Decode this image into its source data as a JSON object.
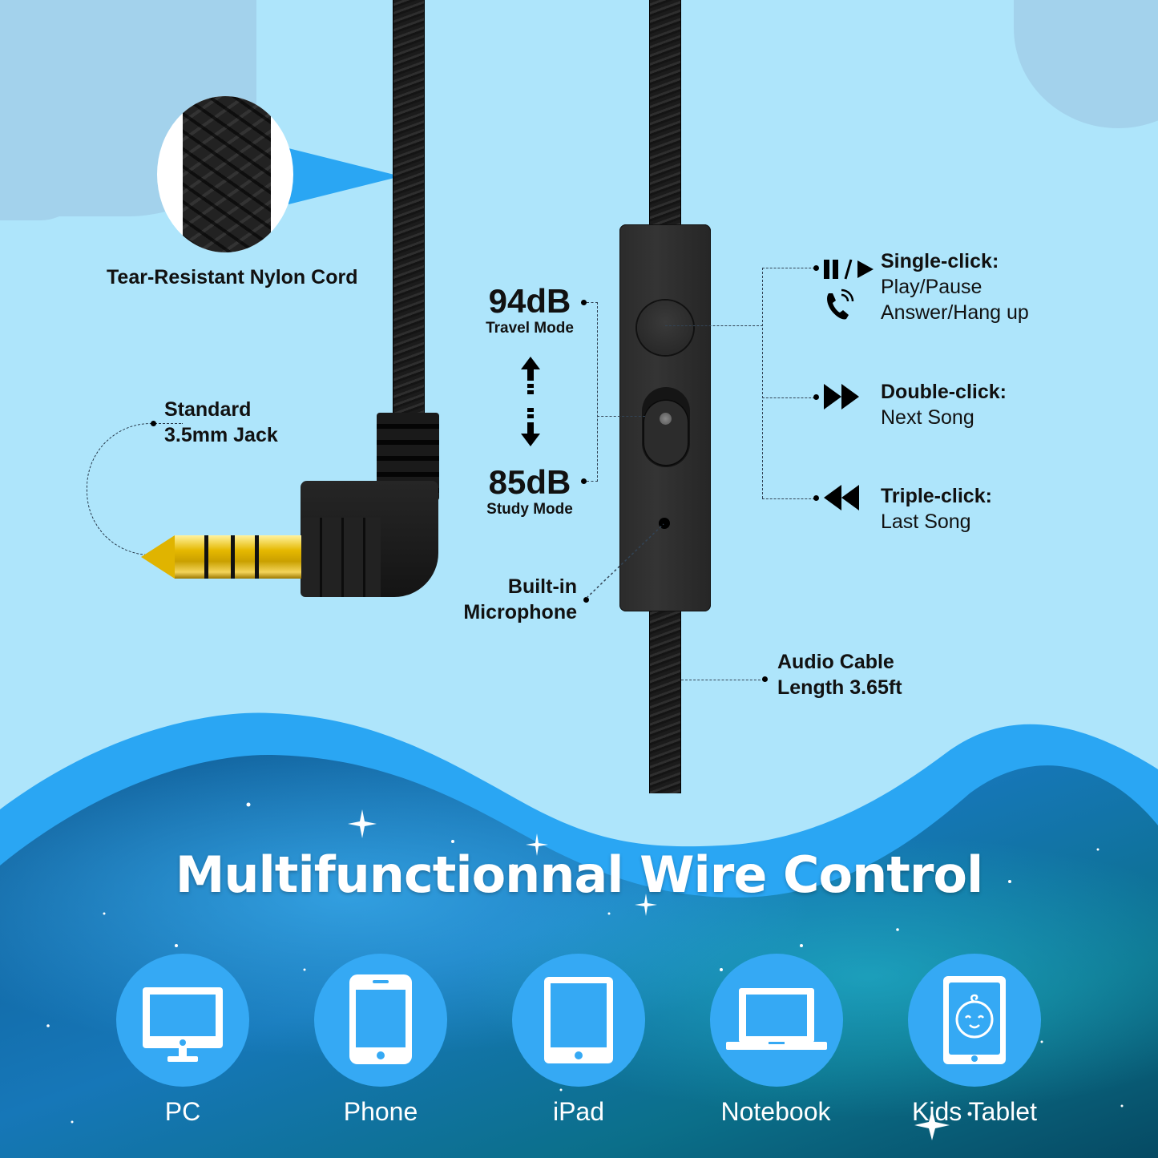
{
  "colors": {
    "background_light": "#aee5fb",
    "blob": "#a3d2ec",
    "accent_blue": "#2aa6f3",
    "device_circle": "#35a9f4",
    "space_dark": "#0a3f63",
    "text_dark": "#111111",
    "text_light": "#ffffff"
  },
  "callouts": {
    "nylon_cord": "Tear-Resistant Nylon Cord",
    "jack_line1": "Standard",
    "jack_line2": "3.5mm Jack",
    "mic_line1": "Built-in",
    "mic_line2": "Microphone",
    "cable_line1": "Audio Cable",
    "cable_line2": "Length 3.65ft"
  },
  "volume_modes": {
    "high": {
      "value": "94dB",
      "label": "Travel Mode"
    },
    "low": {
      "value": "85dB",
      "label": "Study Mode"
    },
    "toggle_icon": "up-down-arrow-icon"
  },
  "controls": [
    {
      "icons": [
        "pause-play-icon",
        "phone-call-icon"
      ],
      "title": "Single-click:",
      "lines": [
        "Play/Pause",
        "Answer/Hang up"
      ]
    },
    {
      "icons": [
        "fast-forward-icon"
      ],
      "title": "Double-click:",
      "lines": [
        "Next Song"
      ]
    },
    {
      "icons": [
        "rewind-icon"
      ],
      "title": "Triple-click:",
      "lines": [
        "Last Song"
      ]
    }
  ],
  "headline": "Multifunctionnal Wire Control",
  "devices": [
    {
      "label": "PC",
      "icon": "desktop-monitor-icon"
    },
    {
      "label": "Phone",
      "icon": "smartphone-icon"
    },
    {
      "label": "iPad",
      "icon": "tablet-icon"
    },
    {
      "label": "Notebook",
      "icon": "laptop-icon"
    },
    {
      "label": "Kids Tablet",
      "icon": "kids-tablet-icon"
    }
  ]
}
